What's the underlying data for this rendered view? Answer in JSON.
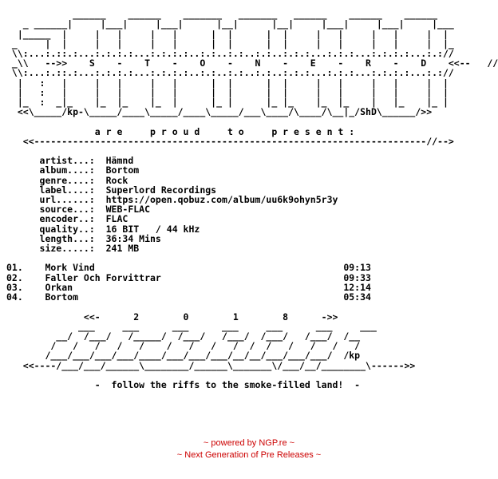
{
  "nfo_text": "\n            ______    ______    _______   _______   ______    ______    ______\n   _ ______|     |___|     |___|      |__|      |__|     |___|     |___|     |___\n  |_____  |     |   |     |   |      |  |      |  |     |   |     |   |     |  |\n _     |  |     |   |     |   |      |  |      |  |     |   |     |   |     |  |_\n \\\\:...:.::.:...:.:.:.:...:.:.:.:..:.:..:.:..:.:..:.:.:...:.:.:...:.:.:.:...:.://\n _\\\\   -->>    S    -    T    -    O    -    N    -    E    -    R    -    D    <<--   //_\n \\\\:...:.::.:...:.:.:.:...:.:.:.:..:.:..:.:..:.:..:.:.:...:.:.:...:.:.:.:...:.://\n  |   :   |     |   |     |   |      |  |      |  |     |   |     |   |     |  |\n  |   :   |     |   |     |   |      |  |      |  |     |   |     |   |     |  |\n  |_  :  _|_    |_  |_    |_  |      |_ |      |_ |_    |_  |_    |   |_    |_ |\n  <<\\_____/kp-\\_____/____\\_____/____\\_____/___\\____/\\____/\\__|_/ShD\\______/>>\n\n                a r e     p r o u d     t o     p r e s e n t :\n   <<-----------------------------------------------------------------------//-->\n\n      artist...:  Hämnd\n      album....:  Bortom\n      genre....:  Rock\n      label....:  Superlord Recordings\n      url......:  https://open.qobuz.com/album/uu6k9ohyn5r3y\n      source...:  WEB-FLAC\n      encoder..:  FLAC\n      quality..:  16 BIT   / 44 kHz\n      length...:  36:34 Mins\n      size.....:  241 MB\n\n01.    Mork Vind                                             09:13\n02.    Faller Och Forvittrar                                 09:33\n03.    Orkan                                                 12:14\n04.    Bortom                                                05:34\n\n              <<-      2        0        1        8      ->>\n             ___     ___      ___      ___     ___      ___     ___\n         __/  /___/   /_____/  /___/   /___/  /___/   /___/  /__\n        /   /   /   /   /    /   /   /   /  /  /   /   /   /   /\n       /___/___/___/___/____/___/___/___/__/__/___/___/___/  /kp\n   <<----/___/___/______\\________/______\\_______\\/___/__/________\\------>>\n\n                -  follow the riffs to the smoke-filled land!  -",
  "footer": {
    "line1": "~ powered by NGP.re ~",
    "line2": "~ Next Generation of Pre Releases ~"
  },
  "colors": {
    "text": "#000000",
    "footer": "#cc0000",
    "background": "#ffffff"
  }
}
